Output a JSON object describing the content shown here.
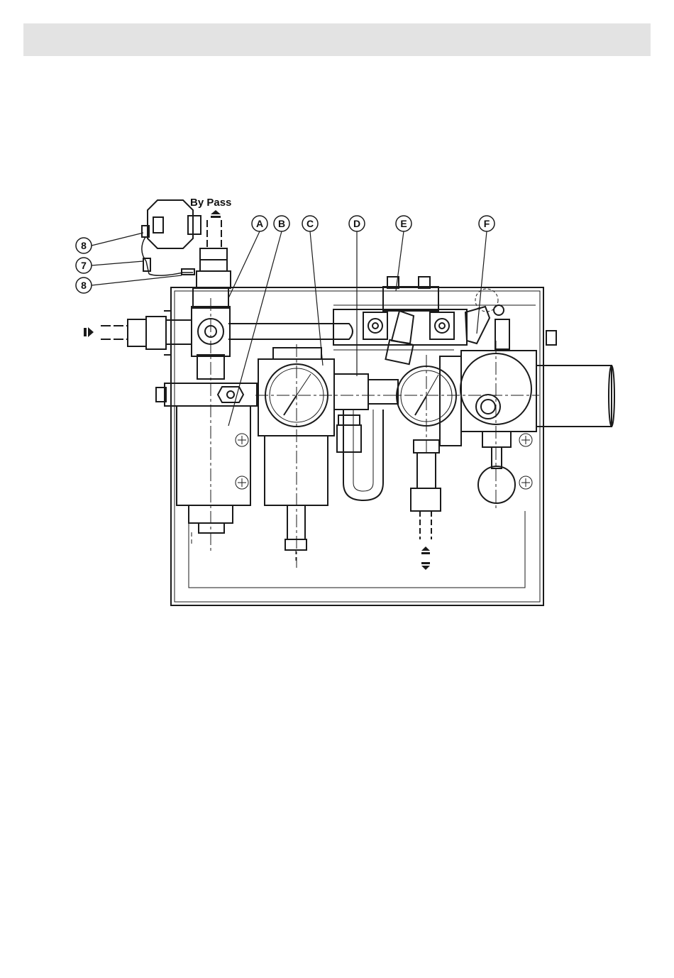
{
  "diagram": {
    "bypass_label": "By Pass",
    "part_letters": [
      "A",
      "B",
      "C",
      "D",
      "E",
      "F"
    ],
    "part_numbers": [
      "8",
      "7",
      "8"
    ]
  },
  "colors": {
    "line": "#1a1a1a",
    "header": "#e3e3e3"
  }
}
